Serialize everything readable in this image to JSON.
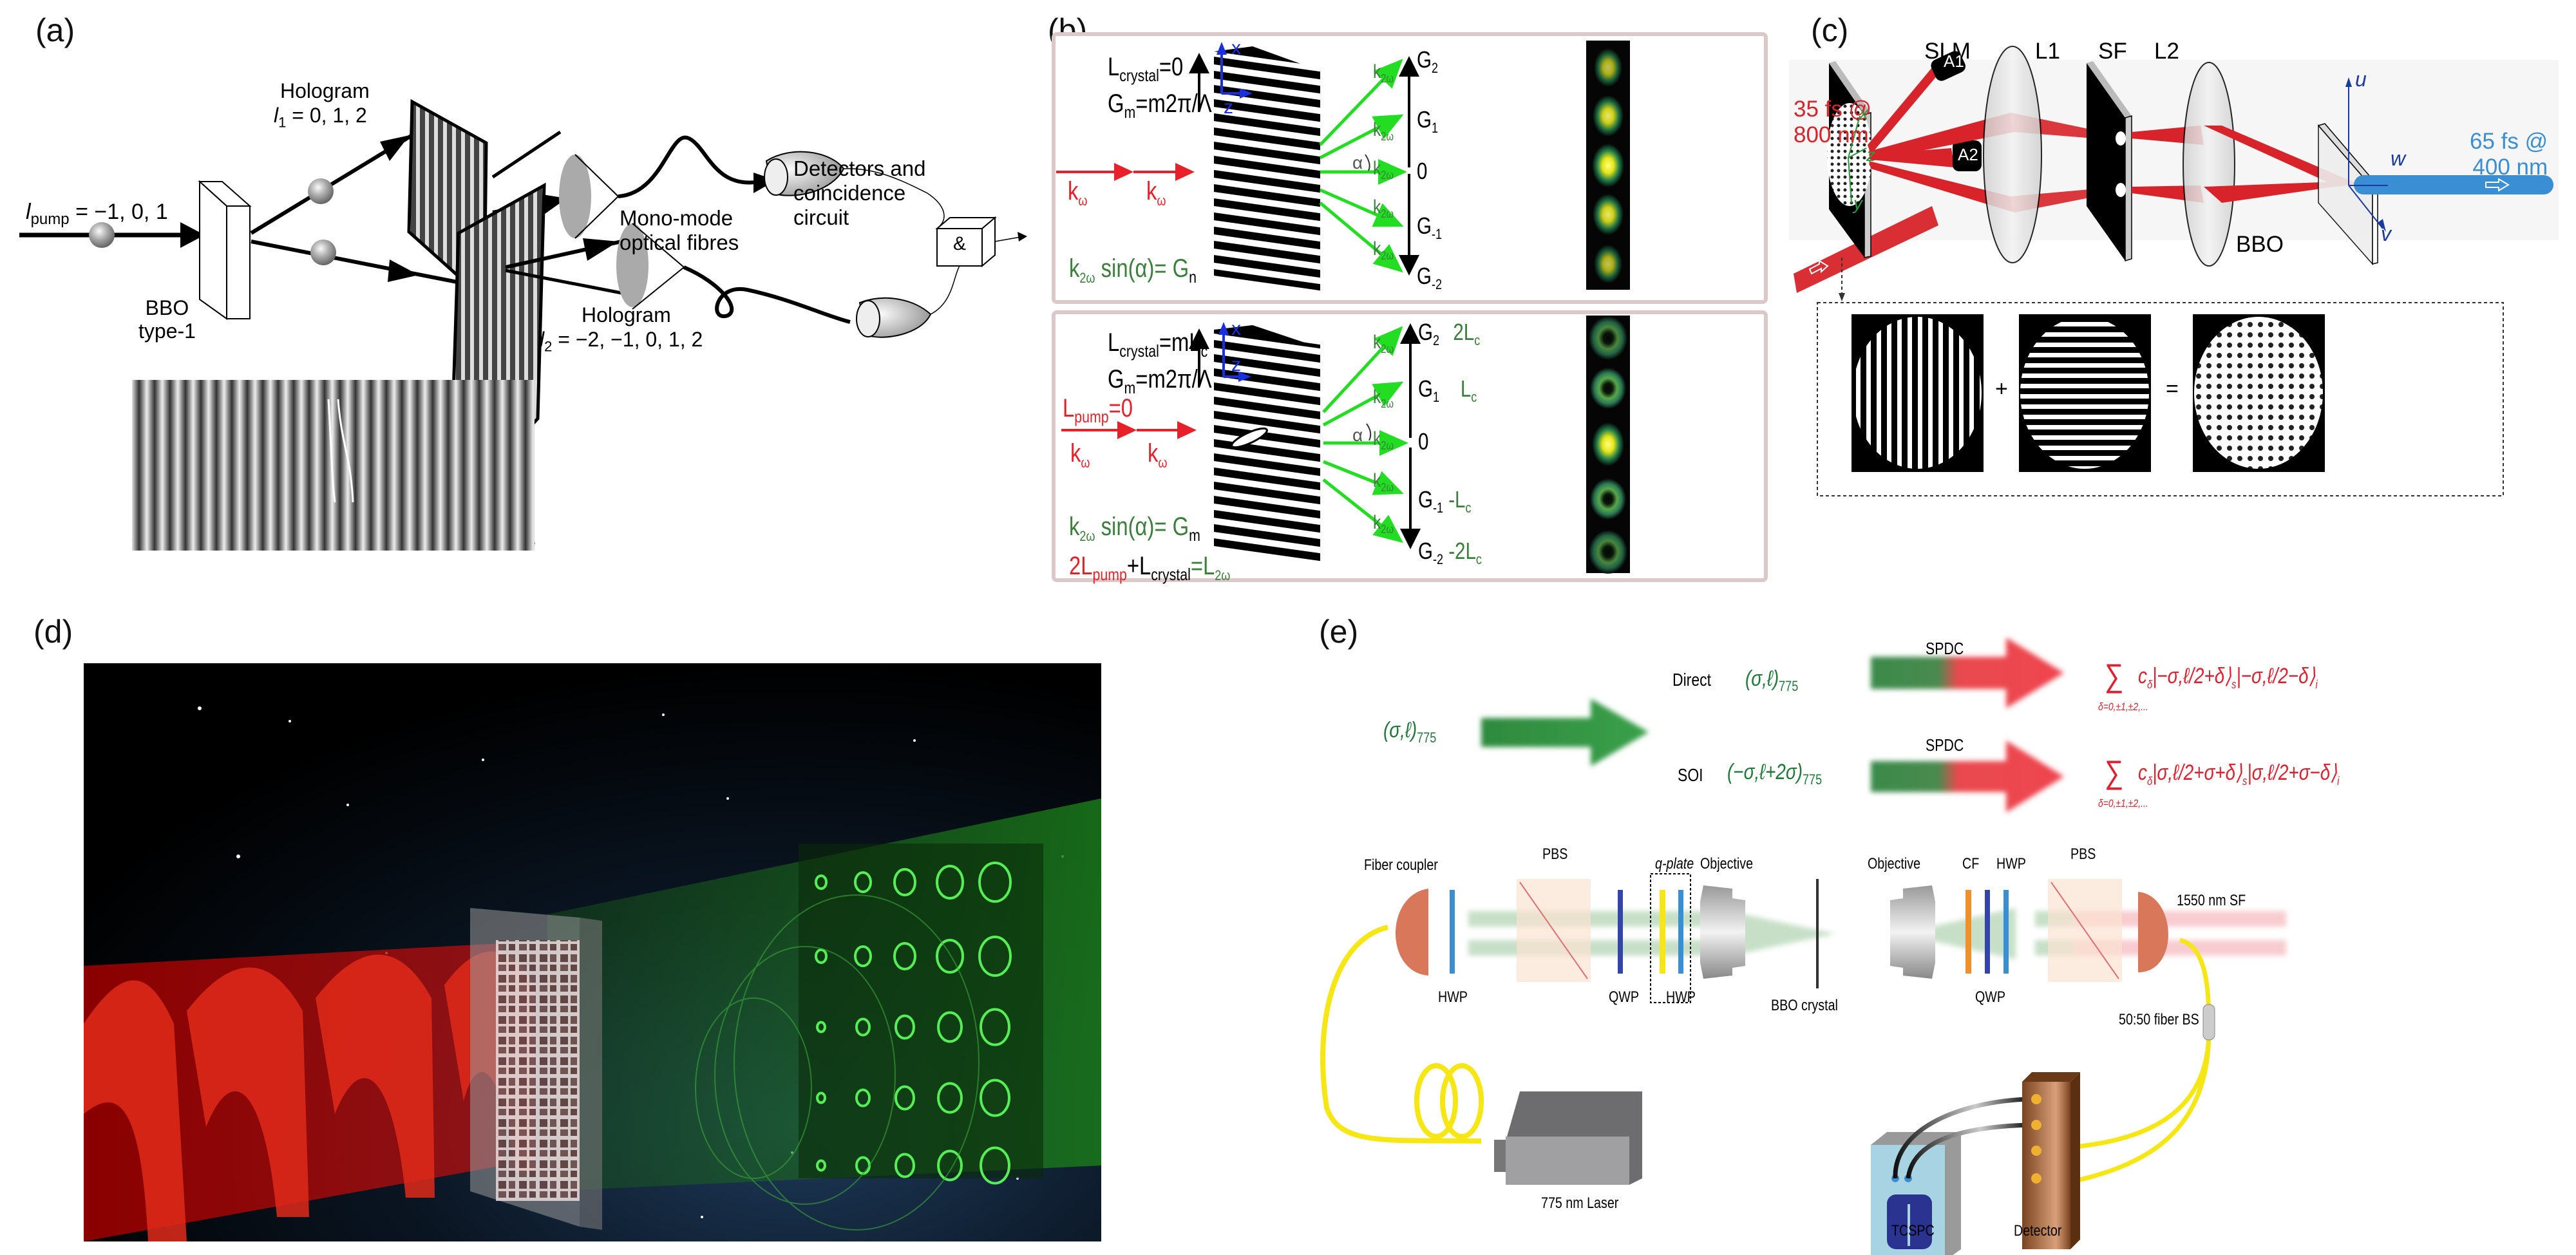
{
  "figure": {
    "panels": [
      {
        "id": "a",
        "label": "(a)"
      },
      {
        "id": "b",
        "label": "(b)"
      },
      {
        "id": "c",
        "label": "(c)"
      },
      {
        "id": "d",
        "label": "(d)"
      },
      {
        "id": "e",
        "label": "(e)"
      }
    ]
  },
  "panel_a": {
    "pump_label": "l",
    "pump_sub": "pump",
    "pump_values": "= −1, 0, 1",
    "crystal_line1": "BBO",
    "crystal_line2": "type-1",
    "hologram1_title": "Hologram",
    "hologram1_var": "l",
    "hologram1_sub": "1",
    "hologram1_values": "= 0, 1, 2",
    "hologram2_title": "Hologram",
    "hologram2_var": "l",
    "hologram2_sub": "2",
    "hologram2_values": "= −2, −1, 0, 1, 2",
    "fibres_line1": "Mono-mode",
    "fibres_line2": "optical fibres",
    "detectors_line1": "Detectors and",
    "detectors_line2": "coincidence",
    "detectors_line3": "circuit",
    "coincidence_symbol": "&"
  },
  "panel_b": {
    "top": {
      "eq1_main": "L",
      "eq1_sub": "crystal",
      "eq1_rest": "=0",
      "eq2_main": "G",
      "eq2_sub": "m",
      "eq2_rest": "=m2π/Λ",
      "k_omega": "k",
      "k_omega_sub": "ω",
      "k2w": "k",
      "k2w_sub": "2ω",
      "alpha": "α",
      "axis_x": "x",
      "axis_z": "z",
      "condition_k": "k",
      "condition_sub": "2ω",
      "condition_rest": " sin(α)=  G",
      "condition_rhs_sub": "n",
      "orders": [
        {
          "main": "G",
          "sub": "2",
          "extra": ""
        },
        {
          "main": "G",
          "sub": "1",
          "extra": ""
        },
        {
          "main": "0",
          "sub": "",
          "extra": ""
        },
        {
          "main": "G",
          "sub": "-1",
          "extra": ""
        },
        {
          "main": "G",
          "sub": "-2",
          "extra": ""
        }
      ]
    },
    "bottom": {
      "eq1_main": "L",
      "eq1_sub": "crystal",
      "eq1_rest": "=mL",
      "eq1_tail_sub": "c",
      "eq2_main": "G",
      "eq2_sub": "m",
      "eq2_rest": "=m2π/Λ",
      "pump_main": "L",
      "pump_sub": "pump",
      "pump_rest": "=0",
      "k_omega": "k",
      "k_omega_sub": "ω",
      "k2w": "k",
      "k2w_sub": "2ω",
      "alpha": "α",
      "axis_x": "x",
      "axis_z": "z",
      "condition_k": "k",
      "condition_sub": "2ω",
      "condition_rest": " sin(α)=  G",
      "condition_rhs_sub": "m",
      "conservation_a": "2L",
      "conservation_a_sub": "pump",
      "conservation_b": "+L",
      "conservation_b_sub": "crystal",
      "conservation_c": "=L",
      "conservation_c_sub": "2ω",
      "orders": [
        {
          "main": "G",
          "sub": "2",
          "extra": "2L",
          "extra_sub": "c"
        },
        {
          "main": "G",
          "sub": "1",
          "extra": "L",
          "extra_sub": "c"
        },
        {
          "main": "0",
          "sub": "",
          "extra": "",
          "extra_sub": ""
        },
        {
          "main": "G",
          "sub": "-1",
          "extra": "-L",
          "extra_sub": "c"
        },
        {
          "main": "G",
          "sub": "-2",
          "extra": "-2L",
          "extra_sub": "c"
        }
      ]
    }
  },
  "panel_c": {
    "slm": "SLM",
    "l1": "L1",
    "sf": "SF",
    "l2": "L2",
    "bbo": "BBO",
    "a1": "A1",
    "a2": "A2",
    "input_line1": "35 fs @",
    "input_line2": "800 nm",
    "output_line1": "65 fs @",
    "output_line2": "400 nm",
    "axis_x": "x",
    "axis_y": "y",
    "axis_z": "z",
    "axis_u": "u",
    "axis_v": "v",
    "axis_w": "w",
    "plus": "+",
    "equals": "="
  },
  "panel_d": {},
  "panel_e": {
    "input_state": "(σ,ℓ)",
    "input_state_sub": "775",
    "direct_label": "Direct",
    "direct_state": "(σ,ℓ)",
    "direct_state_sub": "775",
    "soi_label": "SOI",
    "soi_state": "(−σ,ℓ+2σ)",
    "soi_state_sub": "775",
    "spdc": "SPDC",
    "direct_output": "c",
    "direct_output_sub": "δ",
    "direct_ket1": "|−σ,ℓ/2+δ⟩",
    "direct_ket1_sub": "s",
    "direct_ket2": "|−σ,ℓ/2−δ⟩",
    "direct_ket2_sub": "i",
    "soi_ket1": "|σ,ℓ/2+σ+δ⟩",
    "soi_ket1_sub": "s",
    "soi_ket2": "|σ,ℓ/2+σ−δ⟩",
    "soi_ket2_sub": "i",
    "sum_symbol": "∑",
    "sum_range": "δ=0,±1,±2,...",
    "setup": {
      "fiber_coupler": "Fiber coupler",
      "hwp1": "HWP",
      "pbs1": "PBS",
      "qwp1": "QWP",
      "qplate": "q-plate",
      "hwp2": "HWP",
      "objective1": "Objective",
      "bbo": "BBO crystal",
      "objective2": "Objective",
      "cf": "CF",
      "qwp2": "QWP",
      "hwp3": "HWP",
      "pbs2": "PBS",
      "sf": "1550 nm SF",
      "fiber_bs": "50:50 fiber BS",
      "laser": "775 nm Laser",
      "tcspc": "TCSPC",
      "detector": "Detector"
    }
  },
  "colors": {
    "pump_red": "#e8202a",
    "shg_green": "#22dd22",
    "axis_blue": "#1a2fe0",
    "label_green": "#3a7f3a",
    "beam_red": "#d8232a",
    "beam_blue": "#3a8fd4",
    "state_green": "#1f7a3a",
    "state_red": "#e0202e",
    "panel_border": "#d9c6c6",
    "fiber_yellow": "#f5e614"
  }
}
